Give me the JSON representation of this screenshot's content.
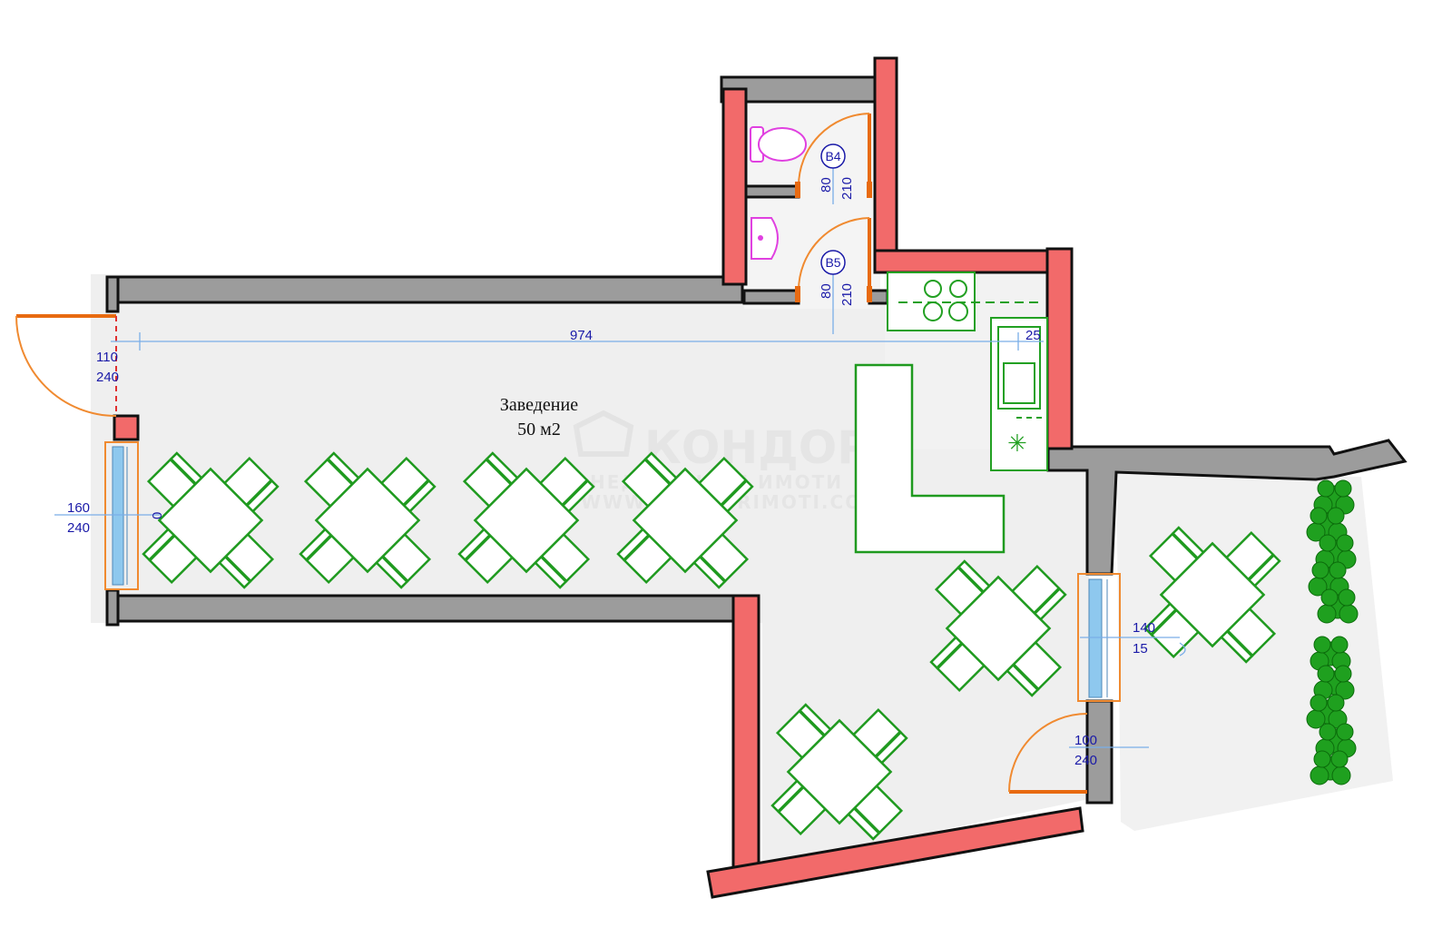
{
  "room": {
    "name": "Заведение",
    "area": "50 м2"
  },
  "dimensions": {
    "main_length": "974",
    "end_partial": "25",
    "entrance_door": {
      "width": "110",
      "height": "240"
    },
    "west_window": {
      "width": "160",
      "height": "240",
      "sill": "0"
    },
    "terrace_window": {
      "width": "140",
      "height": "15"
    },
    "terrace_door": {
      "width": "100",
      "height": "240"
    }
  },
  "doors": [
    {
      "tag": "B4",
      "width": "80",
      "height": "210"
    },
    {
      "tag": "B5",
      "width": "80",
      "height": "210"
    }
  ],
  "watermark": {
    "brand": "КОНДОР",
    "tagline": "НЕДВИЖИМИ ИМОТИ",
    "site": "WWW.KONDORIMOTI.COM"
  },
  "colors": {
    "floor": "#efefef",
    "wall_exterior": "#f26a6a",
    "wall_interior": "#9c9c9c",
    "furniture": "#1f9a1f",
    "dimension_text": "#1a1aa8",
    "door_swing": "#f08a30",
    "sanitary": "#e040e0",
    "glass": "#8ec8ee"
  }
}
